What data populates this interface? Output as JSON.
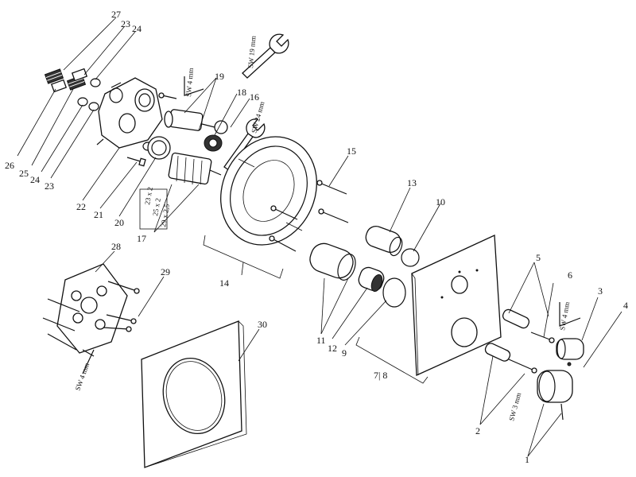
{
  "callouts": [
    "1",
    "2",
    "3",
    "4",
    "5",
    "6",
    "7 8",
    "9",
    "10",
    "11",
    "12",
    "13",
    "14",
    "15",
    "16",
    "17",
    "18",
    "19",
    "20",
    "21",
    "22",
    "23",
    "24",
    "25",
    "26",
    "27",
    "28",
    "29",
    "30"
  ],
  "labels": {
    "c27": "27",
    "c23a": "23",
    "c24a": "24",
    "c26": "26",
    "c25": "25",
    "c24b": "24",
    "c23b": "23",
    "c22": "22",
    "c21": "21",
    "c20": "20",
    "c17": "17",
    "c19": "19",
    "c18": "18",
    "c16": "16",
    "c15": "15",
    "c14": "14",
    "c13": "13",
    "c10": "10",
    "c11": "11",
    "c12": "12",
    "c9": "9",
    "c78": "7| 8",
    "c5": "5",
    "c6": "6",
    "c3": "3",
    "c4": "4",
    "c2": "2",
    "c1": "1",
    "c28": "28",
    "c29": "29",
    "c30": "30"
  },
  "tool_labels": {
    "sw4_top": "SW 4 mm",
    "sw19": "SW 19 mm",
    "sw24": "SW 24 mm",
    "sw4_right": "SW 4 mm",
    "sw3": "SW 3 mm",
    "sw4_left": "SW 4 mm"
  },
  "sizes_17": [
    "23 x 2",
    "25 x 2",
    "29 x 2,5"
  ]
}
